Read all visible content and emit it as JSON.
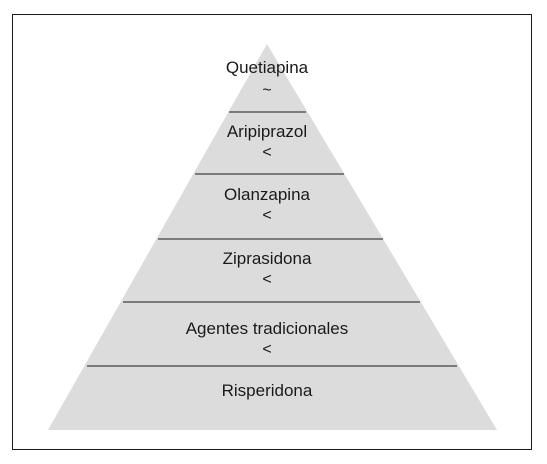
{
  "pyramid": {
    "fill_color": "#dcdcdc",
    "line_color": "#1a1a1a",
    "tiers": [
      {
        "label": "Quetiapina",
        "symbol": "~"
      },
      {
        "label": "Aripiprazol",
        "symbol": "<"
      },
      {
        "label": "Olanzapina",
        "symbol": "<"
      },
      {
        "label": "Ziprasidona",
        "symbol": "<"
      },
      {
        "label": "Agentes tradicionales",
        "symbol": "<"
      },
      {
        "label": "Risperidona",
        "symbol": ""
      }
    ]
  }
}
